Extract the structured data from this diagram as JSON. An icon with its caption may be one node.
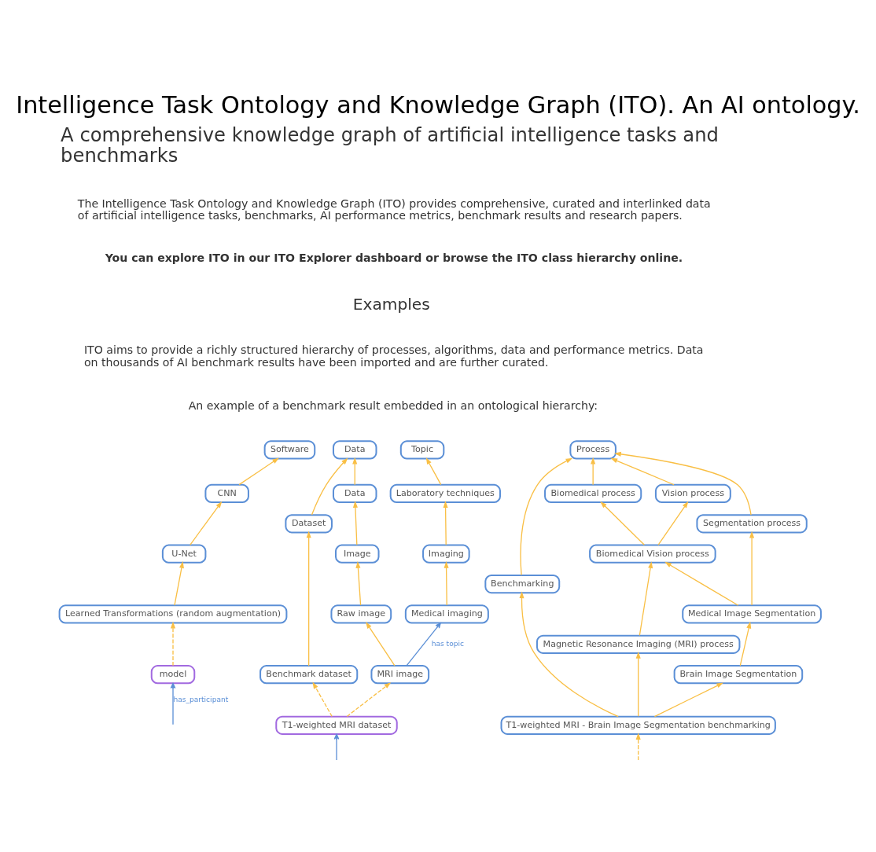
{
  "diagram": {
    "title": "Intelligence Task Ontology and Knowledge Graph (ITO). An AI ontology.",
    "nodes": [
      {
        "text": [
          "Process"
        ]
      },
      {
        "text": [
          "Biomedical process"
        ]
      },
      {
        "text": [
          "Vision process"
        ]
      },
      {
        "text": [
          "Segmentation process"
        ]
      },
      {
        "text": [
          "Benchmarking"
        ]
      },
      {
        "text": [
          "Biomedical Vision process"
        ]
      },
      {
        "text": [
          "Magnetic Resonance Imaging (MRI) process"
        ]
      },
      {
        "text": [
          "Medical Image Segmentation"
        ]
      },
      {
        "text": [
          "Brain Image Segmentation"
        ]
      },
      {
        "text": [
          "T1-weighted MRI - Brain Image Segmentation benchmarking"
        ]
      },
      {
        "text": [
          "Software"
        ]
      },
      {
        "text": [
          "CNN"
        ]
      },
      {
        "text": [
          "U-Net"
        ]
      },
      {
        "text": [
          "Learned Transformations (random augmentation)"
        ]
      },
      {
        "text": [
          "model"
        ]
      },
      {
        "text": [
          "Data"
        ]
      },
      {
        "text": [
          "Dataset"
        ]
      },
      {
        "text": [
          "Data"
        ]
      },
      {
        "text": [
          "Topic"
        ]
      },
      {
        "text": [
          "Benchmark dataset"
        ]
      },
      {
        "text": [
          "Image"
        ]
      },
      {
        "text": [
          "Laboratory techniques"
        ]
      },
      {
        "text": [
          "Raw image"
        ]
      },
      {
        "text": [
          "Imaging"
        ]
      },
      {
        "text": [
          "Medical imaging"
        ]
      },
      {
        "text": [
          "MRI image"
        ]
      },
      {
        "text": [
          "T1-weighted MRI dataset"
        ]
      }
    ],
    "edges": [
      {
        "from": 1,
        "to": 0,
        "arrow": "to"
      },
      {
        "from": 2,
        "to": 0,
        "arrow": "to"
      },
      {
        "from": 3,
        "to": 0,
        "arrow": "to"
      },
      {
        "from": 4,
        "to": 0,
        "arrow": "to"
      },
      {
        "from": 5,
        "to": 1,
        "arrow": "to"
      },
      {
        "from": 5,
        "to": 2,
        "arrow": "to"
      },
      {
        "from": 6,
        "to": 5,
        "arrow": "to"
      },
      {
        "from": 7,
        "to": 5,
        "arrow": "to"
      },
      {
        "from": 7,
        "to": 3,
        "arrow": "to"
      },
      {
        "from": 8,
        "to": 7,
        "arrow": "to"
      },
      {
        "from": 9,
        "to": 6,
        "arrow": "to"
      },
      {
        "from": 9,
        "to": 8,
        "arrow": "to"
      },
      {
        "from": 9,
        "to": 4,
        "arrow": "to"
      },
      {
        "from": null,
        "to": 9,
        "arrow": "to",
        "style": "dashed"
      },
      {
        "from": 11,
        "to": 10,
        "arrow": "to"
      },
      {
        "from": 12,
        "to": 11,
        "arrow": "to"
      },
      {
        "from": 13,
        "to": 12,
        "arrow": "to"
      },
      {
        "from": 14,
        "to": 13,
        "arrow": "to",
        "style": "dashed"
      },
      {
        "from": null,
        "to": 14,
        "arrow": "to",
        "label": "has_participant",
        "color": "#5b8fd6"
      },
      {
        "from": 16,
        "to": 15,
        "arrow": "to"
      },
      {
        "from": 17,
        "to": 15,
        "arrow": "to"
      },
      {
        "from": 19,
        "to": 16,
        "arrow": "to"
      },
      {
        "from": 20,
        "to": 17,
        "arrow": "to"
      },
      {
        "from": 22,
        "to": 20,
        "arrow": "to"
      },
      {
        "from": 25,
        "to": 22,
        "arrow": "to"
      },
      {
        "from": 21,
        "to": 18,
        "arrow": "to"
      },
      {
        "from": 23,
        "to": 21,
        "arrow": "to"
      },
      {
        "from": 24,
        "to": 23,
        "arrow": "to"
      },
      {
        "from": 25,
        "to": 24,
        "arrow": "to",
        "label": "has topic",
        "color": "#5b8fd6"
      },
      {
        "from": 26,
        "to": 19,
        "arrow": "to",
        "style": "dashed"
      },
      {
        "from": 26,
        "to": 25,
        "arrow": "to",
        "style": "dashed"
      },
      {
        "from": null,
        "to": 26,
        "arrow": "to",
        "color": "#5b8fd6"
      }
    ],
    "labels": [
      "A comprehensive knowledge graph of artificial intelligence tasks and benchmarks",
      "The Intelligence Task Ontology and Knowledge Graph (ITO) provides comprehensive, curated and interlinked data of artificial intelligence tasks, benchmarks, AI performance metrics, benchmark results and research papers.",
      "You can explore ITO in our ITO Explorer dashboard or browse the ITO class hierarchy online.",
      "Examples",
      "ITO aims to provide a richly structured hierarchy of processes, algorithms, data and performance metrics. Data on thousands of AI benchmark results have been imported and are further curated.",
      "An example of a benchmark result embedded in an ontological hierarchy:"
    ]
  }
}
